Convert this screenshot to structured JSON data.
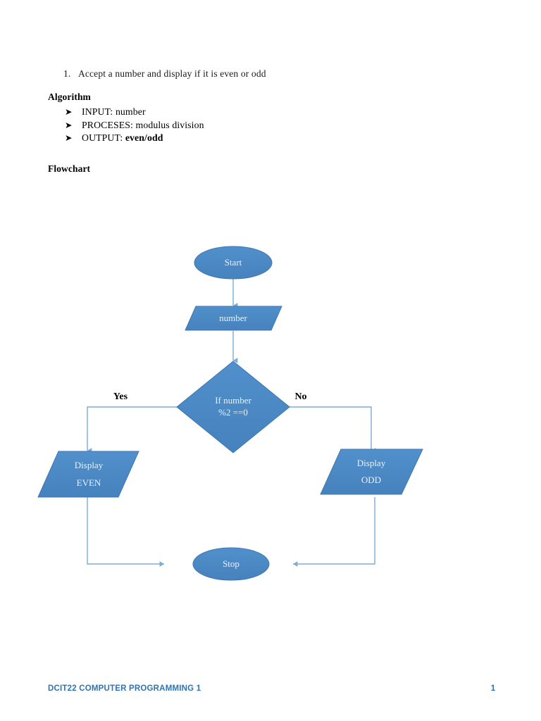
{
  "document": {
    "question": {
      "number": "1.",
      "text": "Accept a number and display if it is even or odd"
    },
    "algorithm": {
      "heading": "Algorithm",
      "bullet_glyph": "➤",
      "items": [
        {
          "label": "INPUT:",
          "value": "number",
          "bold_value": false
        },
        {
          "label": "PROCESES:",
          "value": "modulus division",
          "bold_value": false
        },
        {
          "label": "OUTPUT:",
          "value": "even/odd",
          "bold_value": true
        }
      ]
    },
    "flowchart_heading": "Flowchart"
  },
  "flowchart": {
    "nodes": {
      "start": {
        "label": "Start",
        "shape": "terminator-oval"
      },
      "input_number": {
        "label": "number",
        "shape": "parallelogram-io"
      },
      "decision": {
        "line1": "If number",
        "line2": "%2 ==0",
        "shape": "diamond-decision"
      },
      "display_even": {
        "line1": "Display",
        "line2": "EVEN",
        "shape": "parallelogram-io"
      },
      "display_odd": {
        "line1": "Display",
        "line2": "ODD",
        "shape": "parallelogram-io"
      },
      "stop": {
        "label": "Stop",
        "shape": "terminator-oval"
      }
    },
    "branch_labels": {
      "yes": "Yes",
      "no": "No"
    },
    "colors": {
      "shape_fill": "#4a87c4",
      "shape_stroke": "#3f78b0",
      "shape_text": "#eaf1f8",
      "connector": "#7eabd4"
    }
  },
  "footer": {
    "title": "DCIT22 COMPUTER PROGRAMMING 1",
    "page_number": "1",
    "color": "#2e74b5"
  }
}
